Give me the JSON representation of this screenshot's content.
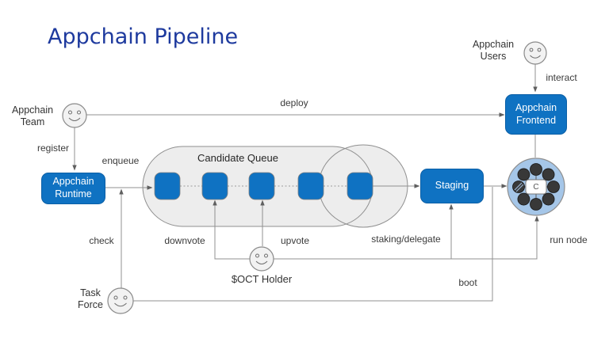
{
  "slide": {
    "title": "Appchain Pipeline"
  },
  "colors": {
    "title_blue": "#1e3a9e",
    "accent_blue": "#0f72c2",
    "queue_fill": "#ededed",
    "network_fill": "#a5c6e8",
    "node_dark": "#383838",
    "line_gray": "#909090"
  },
  "actors": {
    "team": {
      "label": "Appchain Team"
    },
    "users": {
      "label": "Appchain Users"
    },
    "oct_holder": {
      "label": "$OCT Holder"
    },
    "task_force": {
      "label": "Task Force"
    }
  },
  "boxes": {
    "runtime": {
      "label": "Appchain Runtime"
    },
    "staging": {
      "label": "Staging"
    },
    "frontend": {
      "label": "Appchain Frontend"
    },
    "network_center": {
      "label": "C"
    }
  },
  "queue": {
    "title": "Candidate Queue",
    "slot_count": 5
  },
  "network": {
    "node_count": 8,
    "hatched_node_index": 4
  },
  "edge_labels": {
    "deploy": "deploy",
    "register": "register",
    "enqueue": "enqueue",
    "interact": "interact",
    "check": "check",
    "downvote": "downvote",
    "upvote": "upvote",
    "staking": "staking/delegate",
    "run_node": "run node",
    "boot": "boot"
  }
}
